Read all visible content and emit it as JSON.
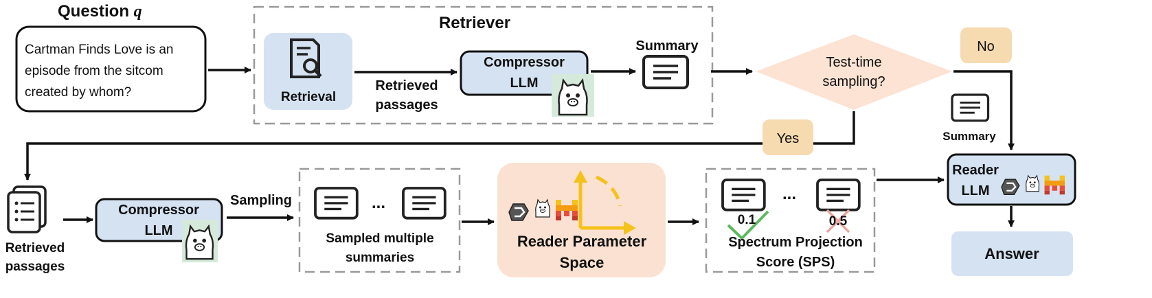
{
  "question": {
    "title": "Question ",
    "title_var": "q",
    "lines": [
      "Cartman Finds Love is an",
      "episode from the sitcom",
      "created by whom?"
    ]
  },
  "retriever": {
    "title": "Retriever",
    "retrieval_label": "Retrieval",
    "retrieved_passages_line1": "Retrieved",
    "retrieved_passages_line2": "passages",
    "compressor_line1": "Compressor",
    "compressor_line2": "LLM",
    "summary_label": "Summary"
  },
  "decision": {
    "line1": "Test-time",
    "line2": "sampling?",
    "no_label": "No",
    "yes_label": "Yes"
  },
  "no_branch": {
    "summary_label": "Summary"
  },
  "reader": {
    "line1": "Reader",
    "line2": "LLM"
  },
  "answer": {
    "label": "Answer"
  },
  "sampling_row": {
    "passages_line1": "Retrieved",
    "passages_line2": "passages",
    "compressor_line1": "Compressor",
    "compressor_line2": "LLM",
    "sampling_label": "Sampling",
    "ellipsis": "...",
    "sampled_line1": "Sampled multiple",
    "sampled_line2": "summaries",
    "param_line1": "Reader Parameter",
    "param_line2": "Space",
    "sps_ellipsis": "...",
    "score_good": "0.1",
    "score_bad": "0.5",
    "sps_line1": "Spectrum Projection",
    "sps_line2": "Score (SPS)"
  },
  "colors": {
    "blue_box": "#d5e2f2",
    "orange_box": "#f6dab0",
    "peach_box": "#fbe1d1",
    "diamond": "#fce3d4",
    "alpaca_bg": "#d6eadb",
    "yellow_arrow": "#f4c21b",
    "check_green": "#5cb85c",
    "cross_red": "#e9a8a0"
  }
}
